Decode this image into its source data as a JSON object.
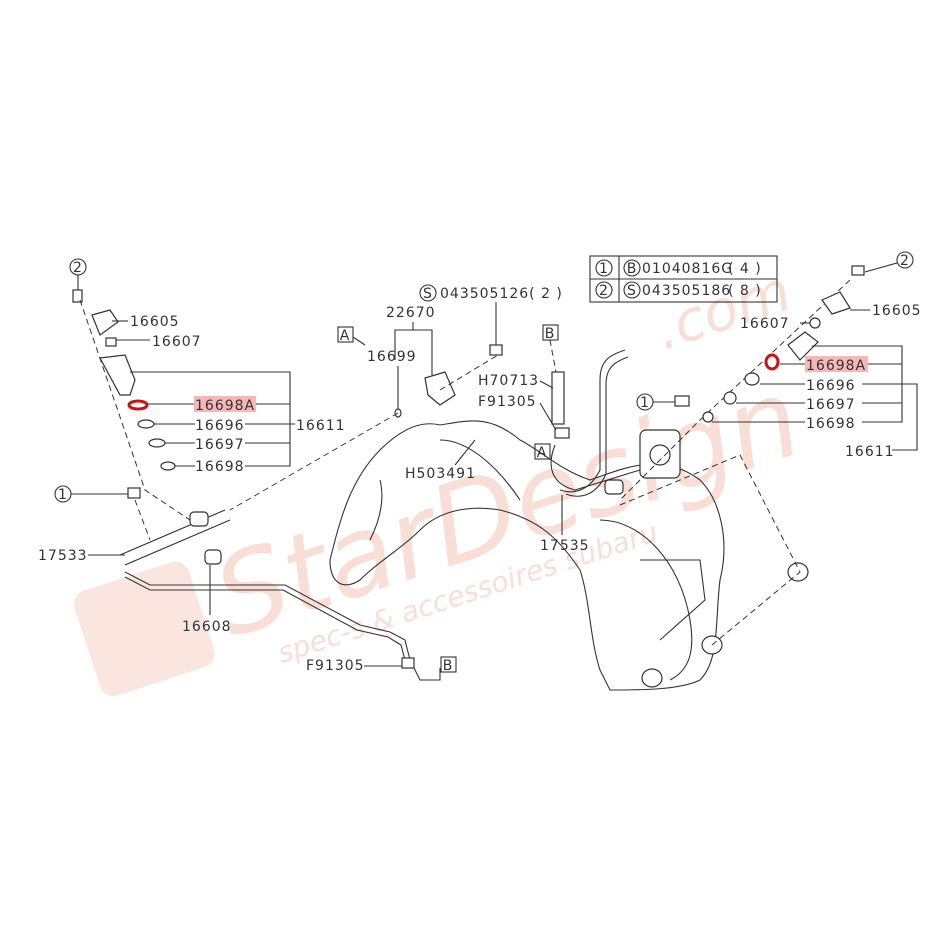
{
  "watermark": {
    "brand": "StarDesign",
    "domain": ".com",
    "tagline": "spec-s & accessoires subaru"
  },
  "legend_table": {
    "rows": [
      {
        "ref": "1",
        "kind": "B",
        "part": "01040816G",
        "qty": "( 4  )"
      },
      {
        "ref": "2",
        "kind": "S",
        "part": "043505186",
        "qty": "( 8  )"
      }
    ]
  },
  "left_injector": {
    "ref_circle": "2",
    "labels": {
      "p16605": "16605",
      "p16607": "16607",
      "p16698A": "16698A",
      "p16696": "16696",
      "p16697": "16697",
      "p16698": "16698",
      "p16611": "16611"
    }
  },
  "right_injector": {
    "ref_circle": "2",
    "labels": {
      "p16605": "16605",
      "p16607": "16607",
      "p16698A": "16698A",
      "p16696": "16696",
      "p16697": "16697",
      "p16698": "16698",
      "p16611": "16611"
    }
  },
  "center": {
    "bolt_kind": "S",
    "bolt_label": "043505126( 2  )",
    "p22670": "22670",
    "p16699": "16699",
    "box_a1": "A",
    "box_a2": "A",
    "box_b1": "B",
    "box_b2": "B",
    "h70713": "H70713",
    "f91305_top": "F91305",
    "h503491": "H503491",
    "p17535": "17535",
    "ref_circle_right": "1"
  },
  "lower_left": {
    "ref_circle": "1",
    "p17533": "17533",
    "p16608": "16608",
    "f91305": "F91305"
  },
  "highlight_color": "#f6b7b7",
  "accent_red": "#d01010"
}
